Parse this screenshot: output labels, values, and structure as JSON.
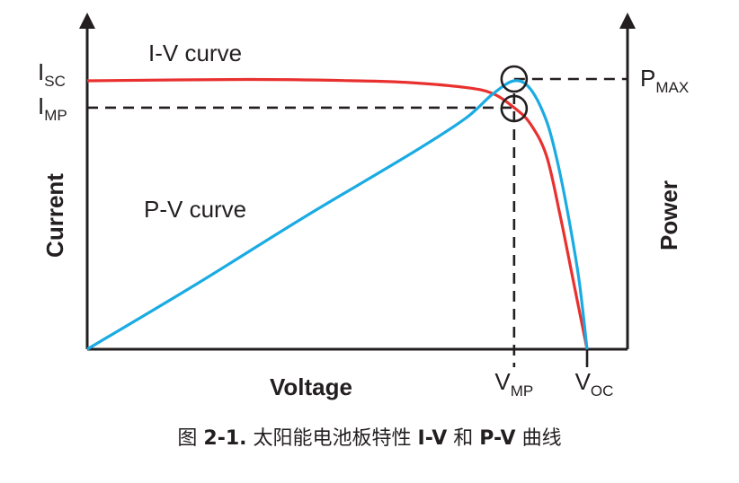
{
  "chart_data": {
    "type": "line",
    "xlabel": "Voltage",
    "ylabel_left": "Current",
    "ylabel_right": "Power",
    "x_ticks": [
      {
        "main": "V",
        "sub": "MP",
        "x": 0.79
      },
      {
        "main": "V",
        "sub": "OC",
        "x": 0.925
      }
    ],
    "y_ticks_left": [
      {
        "main": "I",
        "sub": "SC",
        "y": 1.0
      },
      {
        "main": "I",
        "sub": "MP",
        "y": 0.9
      }
    ],
    "y_ticks_right": [
      {
        "main": "P",
        "sub": "MAX",
        "y": 1.0
      }
    ],
    "series": [
      {
        "name": "I-V curve",
        "color": "#e8312f",
        "x": [
          0,
          0.3,
          0.5,
          0.6,
          0.7,
          0.75,
          0.79,
          0.82,
          0.85,
          0.875,
          0.9,
          0.925
        ],
        "y": [
          1.0,
          1.005,
          1.0,
          0.993,
          0.975,
          0.953,
          0.9,
          0.84,
          0.72,
          0.5,
          0.25,
          0.0
        ]
      },
      {
        "name": "P-V curve",
        "color": "#1aabe3",
        "x": [
          0,
          0.2,
          0.4,
          0.6,
          0.7,
          0.75,
          0.79,
          0.82,
          0.85,
          0.87,
          0.89,
          0.91,
          0.925
        ],
        "y": [
          0.0,
          0.24,
          0.49,
          0.73,
          0.86,
          0.95,
          1.0,
          0.97,
          0.85,
          0.7,
          0.5,
          0.26,
          0.0
        ]
      }
    ],
    "annotations": [
      {
        "type": "circle",
        "x": 0.79,
        "y": 1.0,
        "axis": "power"
      },
      {
        "type": "circle",
        "x": 0.79,
        "y": 0.9,
        "axis": "current"
      }
    ],
    "xlim": [
      0,
      1
    ],
    "ylim": [
      0,
      1
    ],
    "grid": false
  },
  "caption": {
    "prefix": "图 ",
    "number": "2-1.",
    "text1": " 太阳能电池板特性 ",
    "iv": "I-V",
    "text2": " 和 ",
    "pv": "P-V",
    "text3": " 曲线"
  }
}
